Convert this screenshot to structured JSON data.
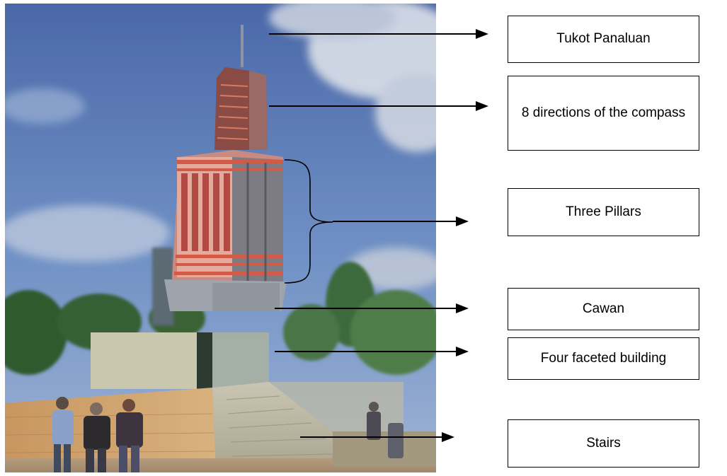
{
  "colors": {
    "sky_top": "#4f6fae",
    "sky_mid": "#6f90c6",
    "cloud": "#d9dde6",
    "tower_red": "#b3473c",
    "tower_light": "#e6b3a8",
    "tower_glass": "#8e8f98",
    "pedestal": "#d0cdbf",
    "wall": "#c49c68",
    "trees": "#3d6a3b",
    "ground": "#b89a73",
    "arrow": "#000000"
  },
  "icons": {
    "arrow": "arrow-right-icon",
    "brace": "curly-brace-icon"
  },
  "labels": [
    {
      "id": "tukot-panaluan",
      "text": "Tukot Panaluan"
    },
    {
      "id": "eight-directions",
      "text": "8 directions of the compass"
    },
    {
      "id": "three-pillars",
      "text": "Three Pillars"
    },
    {
      "id": "cawan",
      "text": "Cawan"
    },
    {
      "id": "four-faceted-building",
      "text": "Four faceted building"
    },
    {
      "id": "stairs",
      "text": "Stairs"
    }
  ]
}
